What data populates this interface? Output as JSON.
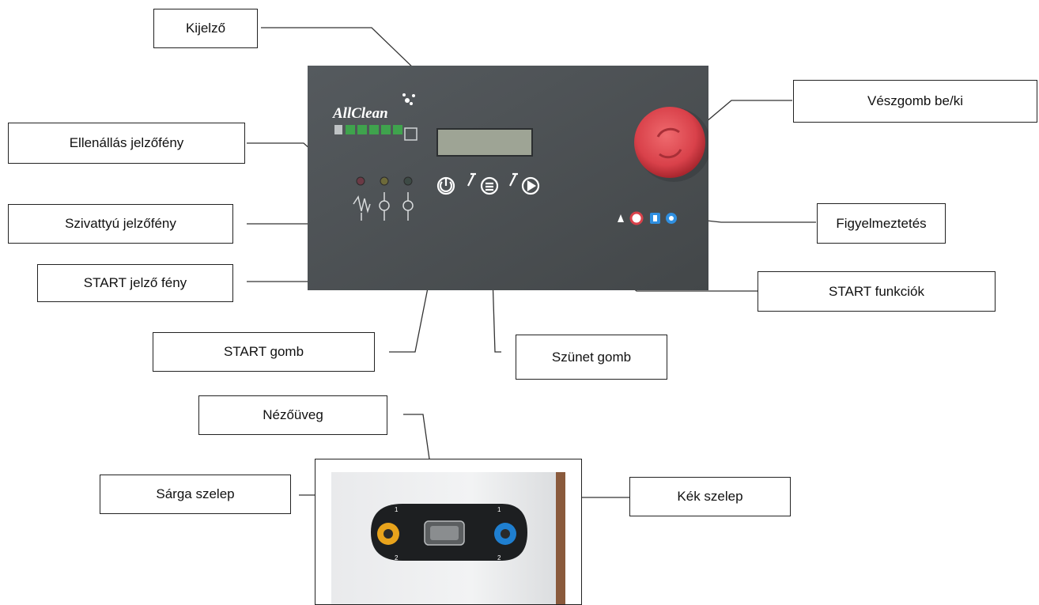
{
  "callouts": {
    "display": "Kijelző",
    "emergency": "Vészgomb be/ki",
    "resistance_light": "Ellenállás jelzőfény",
    "pump_light": "Szivattyú jelzőfény",
    "start_light": "START jelző fény",
    "warning": "Figyelmeztetés",
    "start_functions": "START funkciók",
    "start_button": "START gomb",
    "pause_button": "Szünet gomb",
    "sight_glass": "Nézőüveg",
    "yellow_valve": "Sárga szelep",
    "blue_valve": "Kék szelep"
  },
  "logo": "AllClean",
  "colors": {
    "panel": "#4b5054",
    "emergency_red": "#d9414a",
    "indicator_green": "#3fa34d",
    "yellow_valve": "#e8a31c",
    "blue_valve": "#1f7fd0",
    "warning_blue": "#2f8fe0"
  }
}
